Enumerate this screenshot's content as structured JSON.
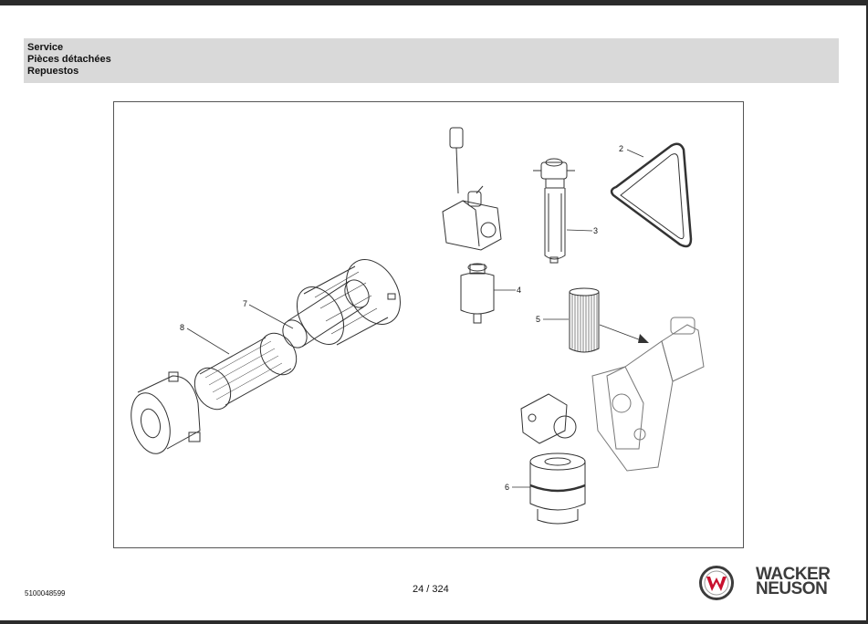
{
  "header": {
    "line1": "Service",
    "line2": "Pièces détachées",
    "line3": "Repuestos"
  },
  "figure": {
    "callouts": [
      "2",
      "3",
      "4",
      "5",
      "6",
      "7",
      "8"
    ]
  },
  "footer": {
    "doc_number": "5100048599",
    "page": "24 / 324",
    "brand_line1": "WACKER",
    "brand_line2": "NEUSON"
  },
  "colors": {
    "header_band": "#d9d9d9",
    "logo_red": "#c8102e",
    "logo_gray": "#3c3c3c"
  }
}
